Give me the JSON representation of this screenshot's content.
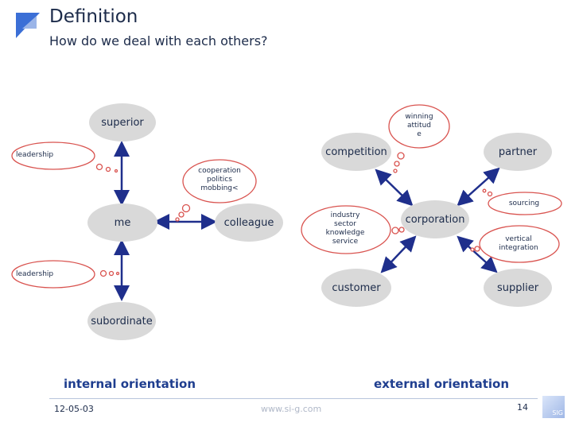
{
  "header": {
    "title": "Definition",
    "subtitle": "How do we deal with each others?"
  },
  "internal": {
    "nodes": {
      "superior": "superior",
      "me": "me",
      "colleague": "colleague",
      "subordinate": "subordinate"
    },
    "bubbles": {
      "leadership_top": "leadership",
      "leadership_bottom": "leadership",
      "cooperation": [
        "cooperation",
        "politics",
        "mobbing<"
      ]
    },
    "label": "internal orientation"
  },
  "external": {
    "nodes": {
      "competition": "competition",
      "partner": "partner",
      "corporation": "corporation",
      "customer": "customer",
      "supplier": "supplier"
    },
    "bubbles": {
      "winning": [
        "winning",
        "attitud",
        "e"
      ],
      "industry": [
        "industry",
        "sector",
        "knowledge",
        "service"
      ],
      "sourcing": "sourcing",
      "vertical": [
        "vertical",
        "integration"
      ]
    },
    "label": "external orientation"
  },
  "footer": {
    "date": "12-05-03",
    "url": "www.si-g.com",
    "page": "14",
    "logo": "SIG"
  },
  "colors": {
    "arrow": "#1f2f8c",
    "node": "#d9d9d9",
    "accent": "#3b6fd6"
  }
}
